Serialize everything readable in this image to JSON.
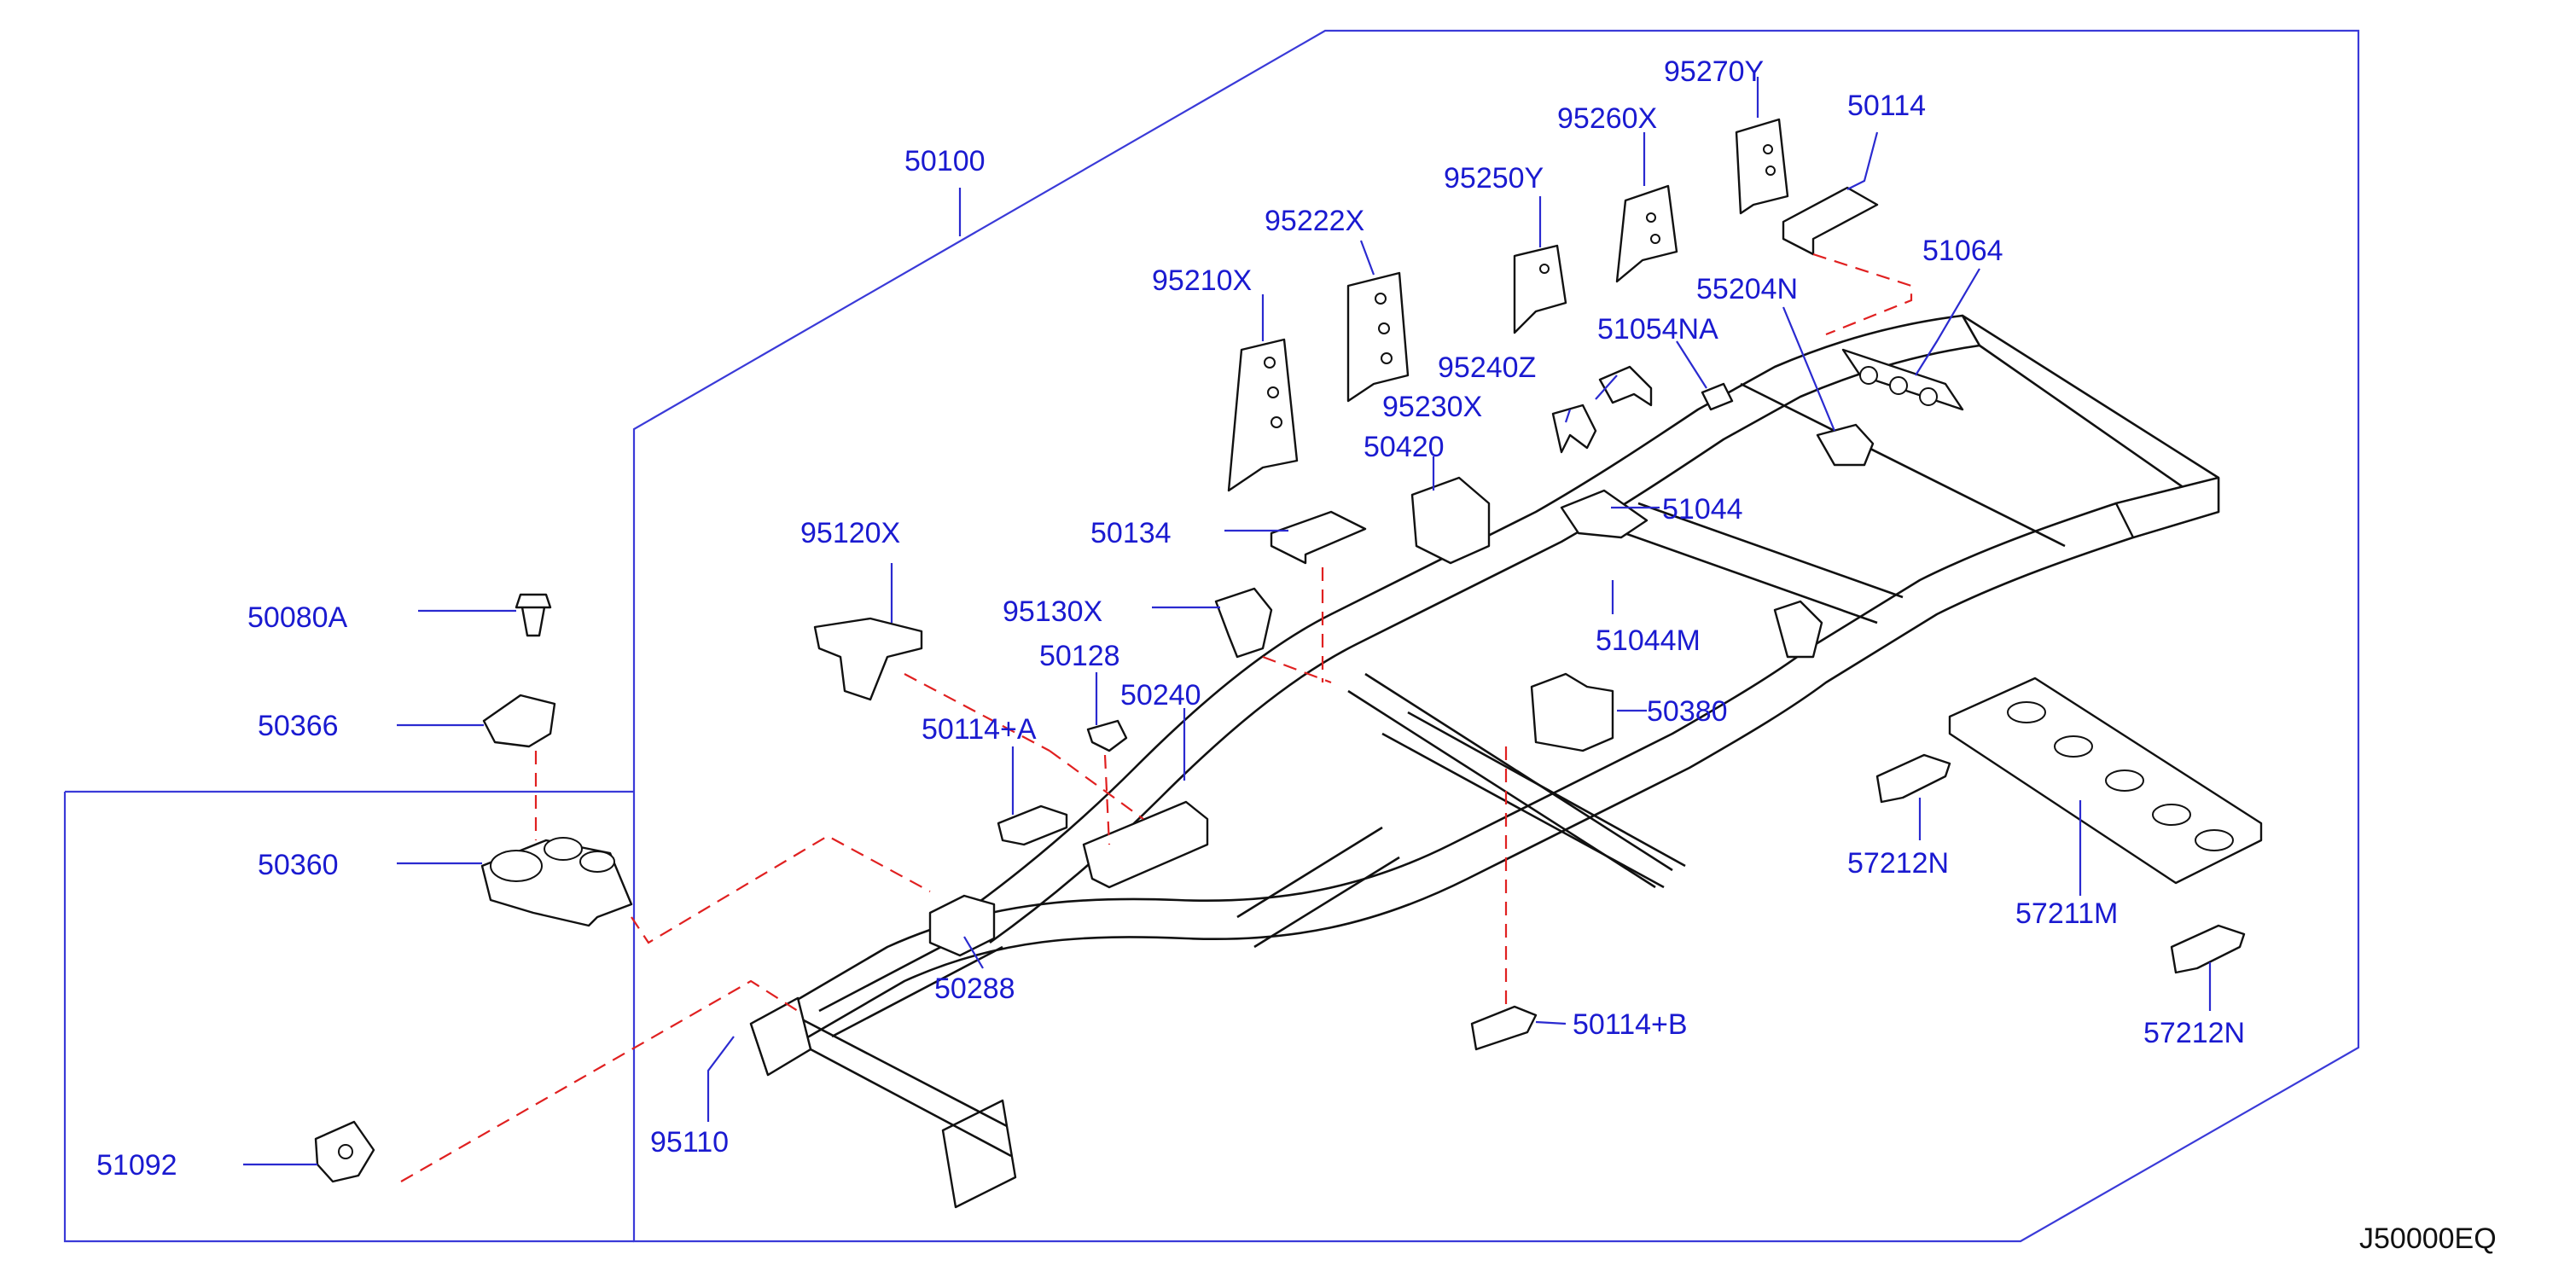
{
  "diagram_code": "J50000EQ",
  "labels": {
    "p50100": "50100",
    "p95270Y": "95270Y",
    "p95260X": "95260X",
    "p50114": "50114",
    "p95250Y": "95250Y",
    "p51064": "51064",
    "p95222X": "95222X",
    "p55204N": "55204N",
    "p95210X": "95210X",
    "p51054NA": "51054NA",
    "p95240Z": "95240Z",
    "p95230X": "95230X",
    "p50420": "50420",
    "p51044": "51044",
    "p95120X": "95120X",
    "p50134": "50134",
    "p50080A": "50080A",
    "p95130X": "95130X",
    "p50128": "50128",
    "p51044M": "51044M",
    "p50366": "50366",
    "p50240": "50240",
    "p50380": "50380",
    "p50114A": "50114+A",
    "p57212N_top": "57212N",
    "p57211M": "57211M",
    "p50360": "50360",
    "p50288": "50288",
    "p50114B": "50114+B",
    "p57212N_bottom": "57212N",
    "p95110": "95110",
    "p51092": "51092"
  }
}
